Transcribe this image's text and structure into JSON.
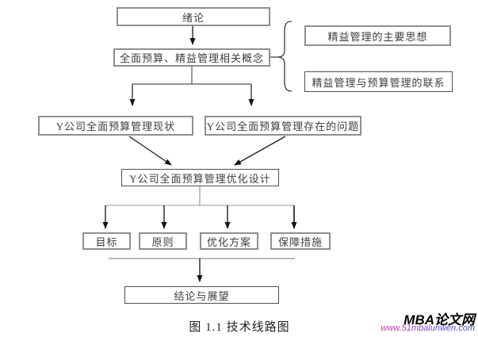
{
  "diagram": {
    "type": "flowchart",
    "caption": "图 1.1 技术线路图",
    "nodes": {
      "introduction": "绪论",
      "concepts": "全面预算、精益管理相关概念",
      "lean_ideas": "精益管理的主要思想",
      "lean_budget_link": "精益管理与预算管理的联系",
      "current_status": "Y公司全面预算管理现状",
      "problems": "Y公司全面预算管理存在的问题",
      "optimization_design": "Y公司全面预算管理优化设计",
      "goals": "目标",
      "principles": "原则",
      "optimization_plan": "优化方案",
      "safeguards": "保障措施",
      "conclusion": "结论与展望"
    },
    "edges": [
      "introduction -> concepts",
      "concepts -{ lean_ideas",
      "concepts -{ lean_budget_link",
      "concepts -> current_status",
      "concepts -> problems",
      "current_status -> optimization_design",
      "problems -> optimization_design",
      "optimization_design -> goals",
      "optimization_design -> principles",
      "optimization_design -> optimization_plan",
      "optimization_design -> safeguards",
      "goals/principles/optimization_plan/safeguards -> conclusion"
    ]
  },
  "watermark": {
    "site_name": "MBA论文网",
    "site_url": "www.51mbalunwen.com",
    "url_gradient": [
      "#cf2fa6",
      "#8a3bd0",
      "#2f55e0"
    ]
  },
  "colors": {
    "background": "#ffffff",
    "box_border_gray": "#8f8f8f",
    "box_border_dark": "#4f4f4f",
    "line": "#3a3a3a",
    "distribution_line": "#9a9a9a",
    "text": "#3d3d3d"
  }
}
